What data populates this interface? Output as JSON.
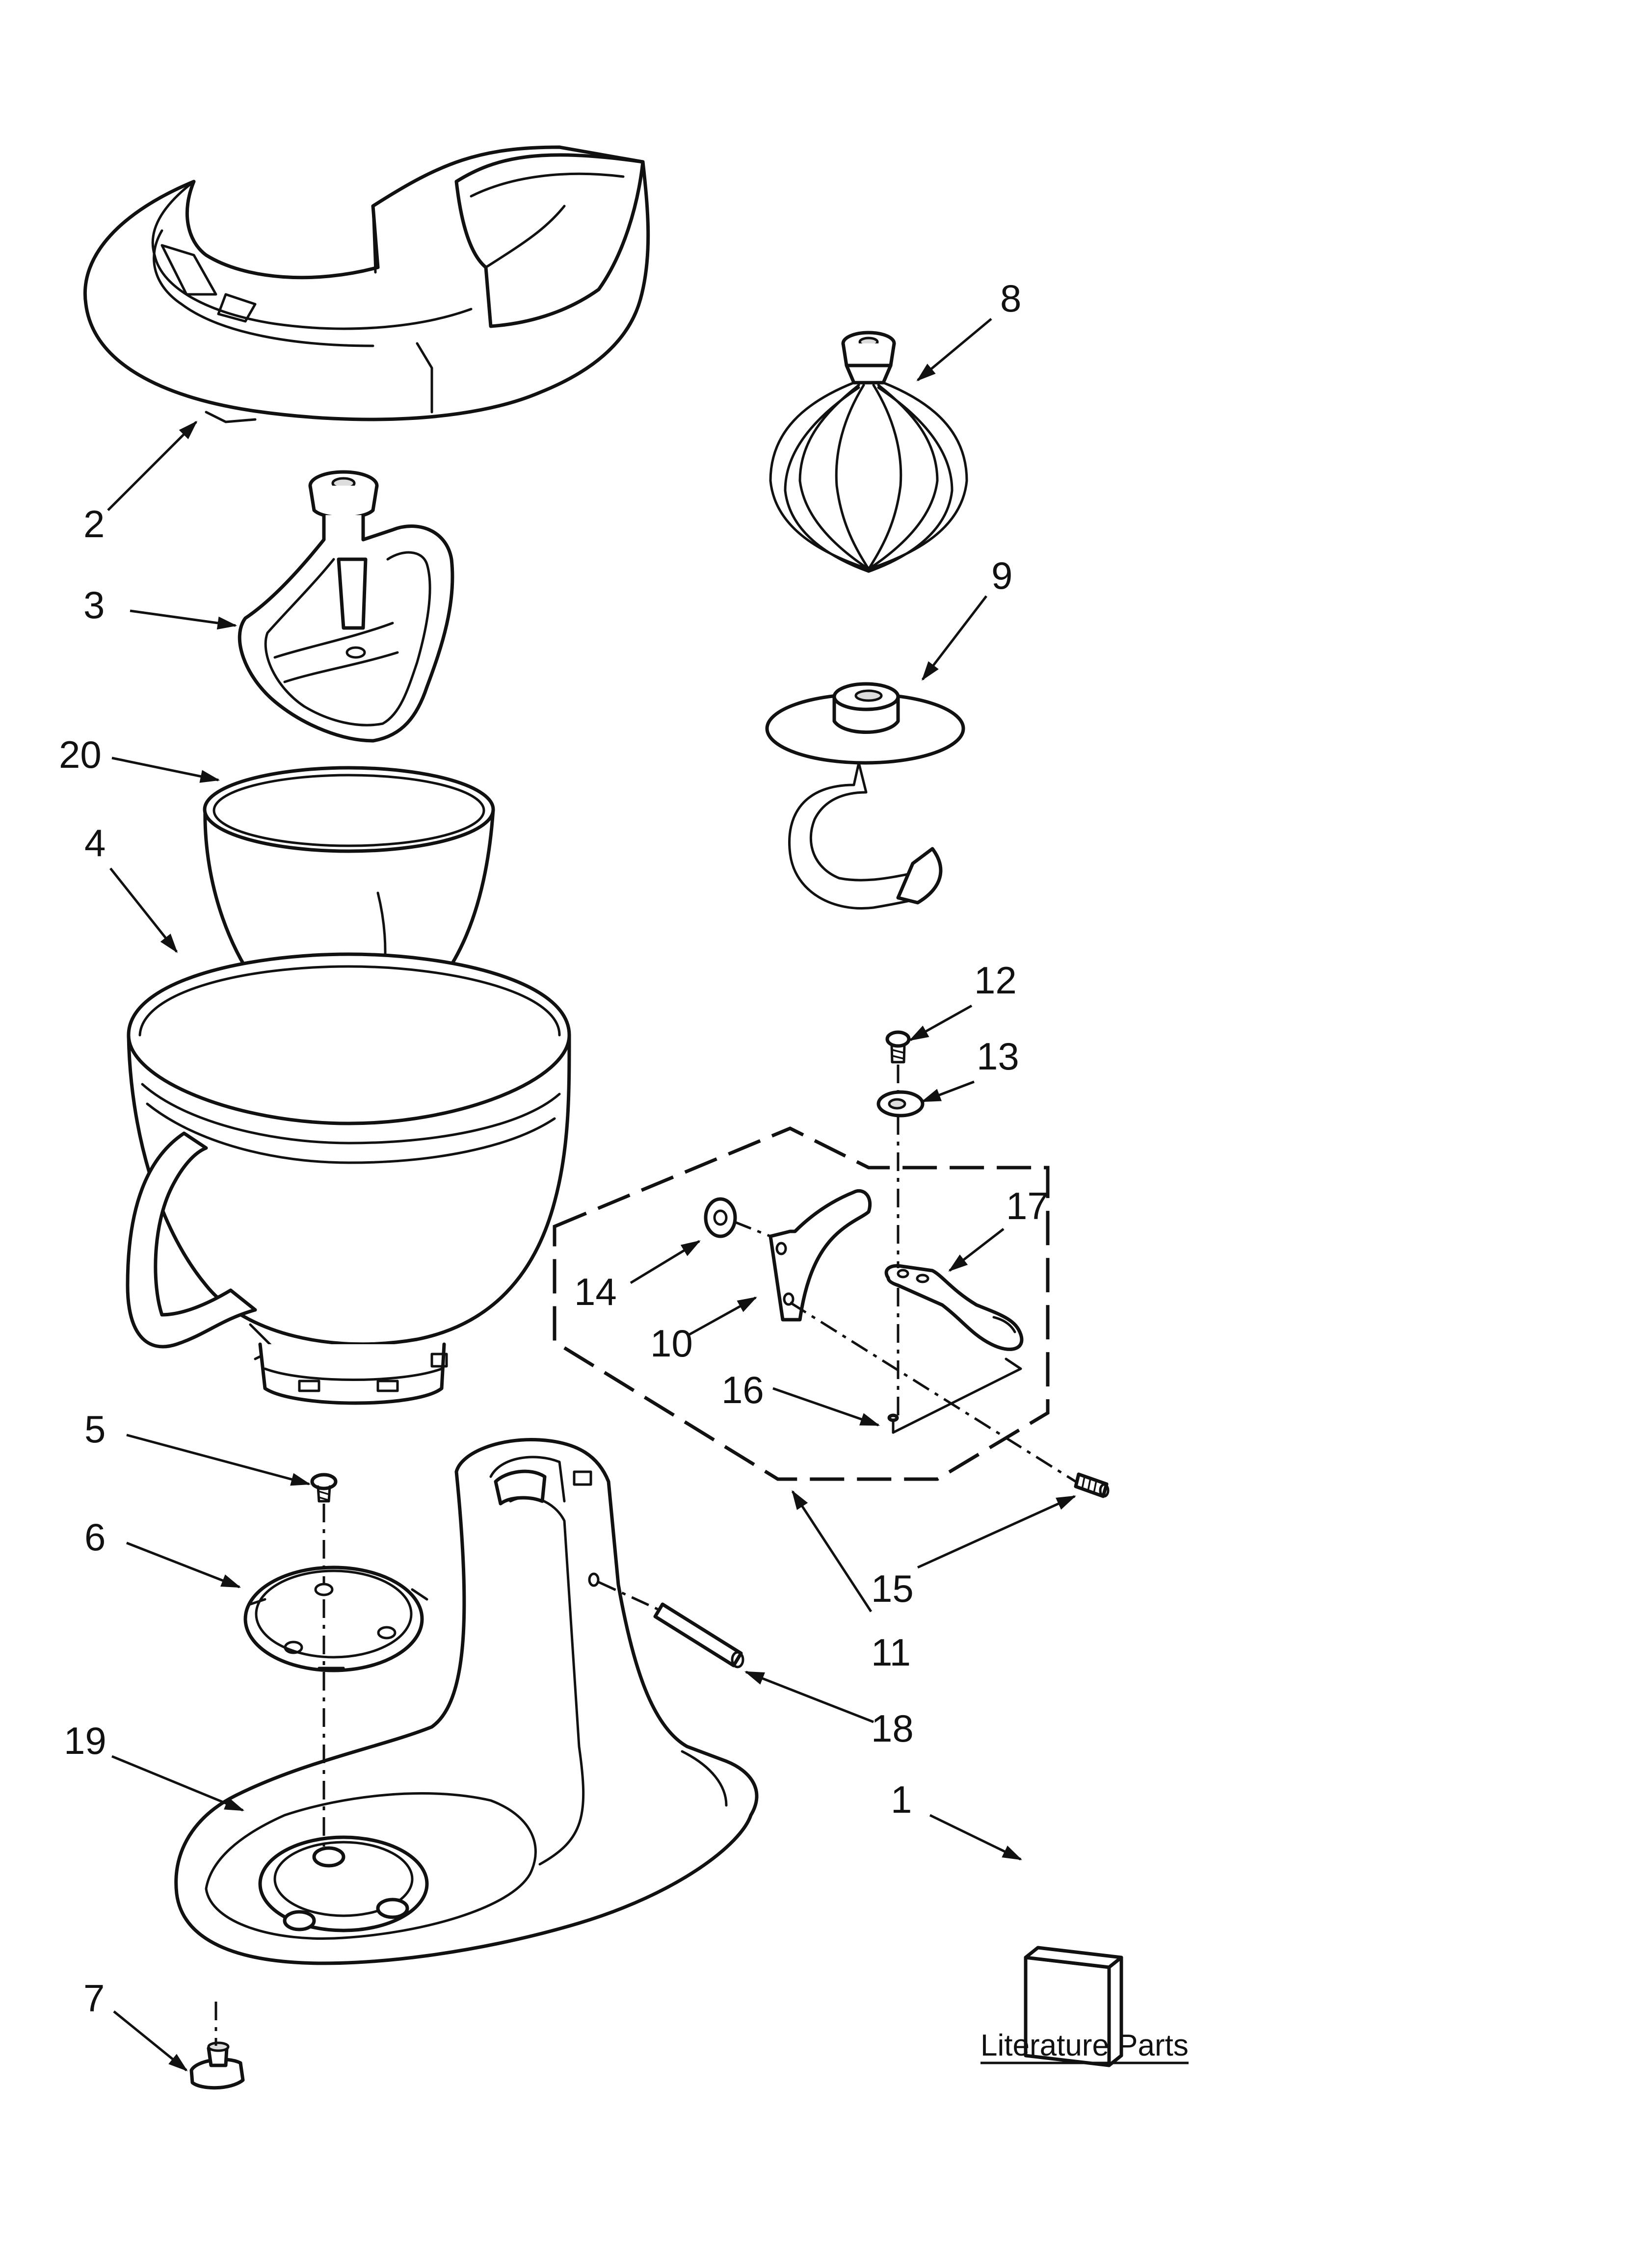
{
  "diagram": {
    "callouts": [
      {
        "id": "p2",
        "label": "2"
      },
      {
        "id": "p3",
        "label": "3"
      },
      {
        "id": "p20",
        "label": "20"
      },
      {
        "id": "p4",
        "label": "4"
      },
      {
        "id": "p8",
        "label": "8"
      },
      {
        "id": "p9",
        "label": "9"
      },
      {
        "id": "p12",
        "label": "12"
      },
      {
        "id": "p13",
        "label": "13"
      },
      {
        "id": "p17",
        "label": "17"
      },
      {
        "id": "p14",
        "label": "14"
      },
      {
        "id": "p10",
        "label": "10"
      },
      {
        "id": "p16",
        "label": "16"
      },
      {
        "id": "p5",
        "label": "5"
      },
      {
        "id": "p6",
        "label": "6"
      },
      {
        "id": "p15",
        "label": "15"
      },
      {
        "id": "p11",
        "label": "11"
      },
      {
        "id": "p18",
        "label": "18"
      },
      {
        "id": "p19",
        "label": "19"
      },
      {
        "id": "p1",
        "label": "1"
      },
      {
        "id": "p7",
        "label": "7"
      }
    ],
    "literature_label": "Literature Parts"
  }
}
